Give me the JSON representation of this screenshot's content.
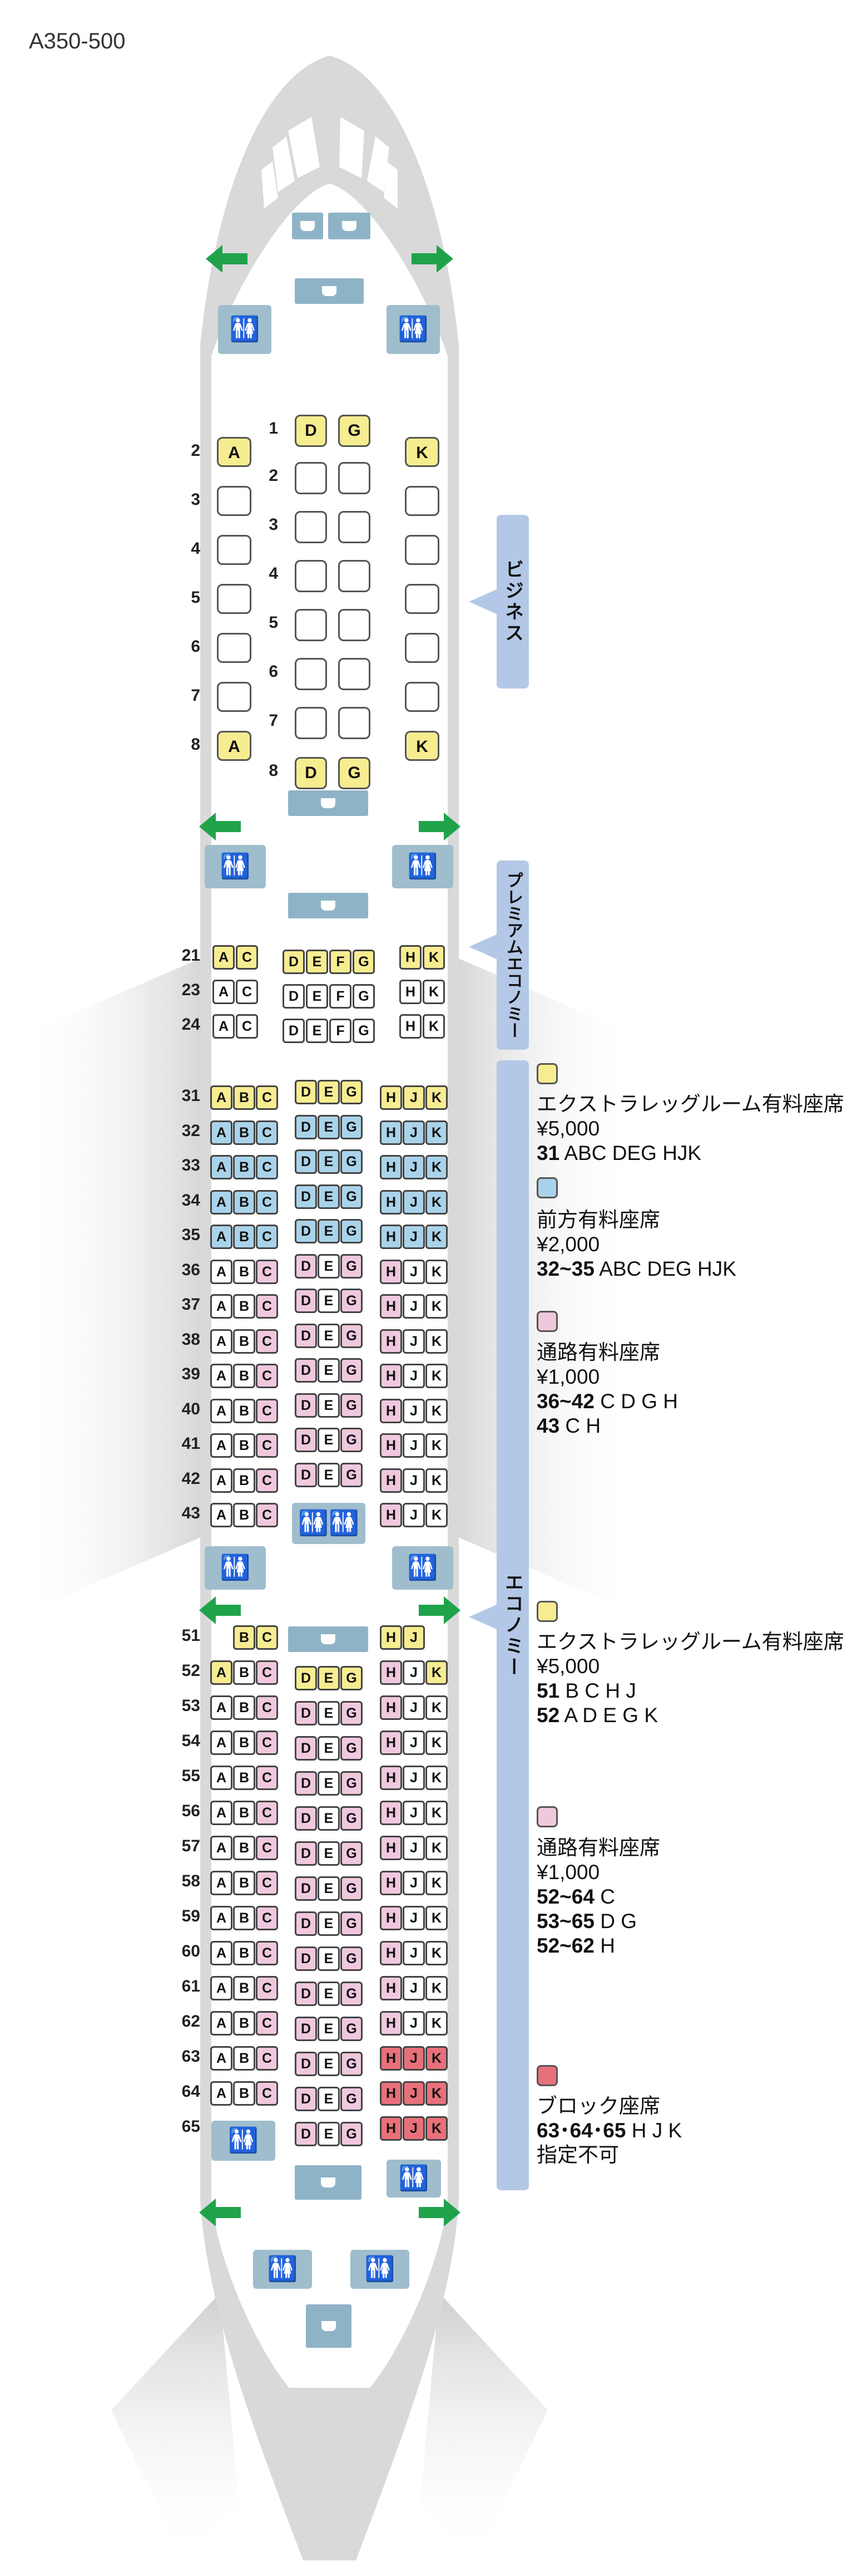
{
  "title": "A350-500",
  "colors": {
    "yellow": "#f6ec90",
    "blue": "#a9d3ea",
    "pink": "#f0c8de",
    "red": "#e8707a",
    "white": "#ffffff",
    "cabin_label": "#b3c8e6",
    "galley": "#8fb3c6",
    "exit_arrow": "#1fa34a"
  },
  "cabins": {
    "business": "ビジネス",
    "premium": "プレミアムエコノミー",
    "economy": "エコノミー"
  },
  "business": {
    "rows": [
      "1",
      "2",
      "3",
      "4",
      "5",
      "6",
      "7",
      "8"
    ],
    "left_rows": [
      "2",
      "3",
      "4",
      "5",
      "6",
      "7",
      "8"
    ],
    "center_rows": [
      "1",
      "2",
      "3",
      "4",
      "5",
      "6",
      "7",
      "8"
    ],
    "seat_A": "A",
    "seat_D": "D",
    "seat_G": "G",
    "seat_K": "K"
  },
  "premium_rows": [
    {
      "row": "21",
      "left": [
        "A",
        "C"
      ],
      "center": [
        "D",
        "E",
        "F",
        "G"
      ],
      "right": [
        "H",
        "K"
      ],
      "color": "yellow"
    },
    {
      "row": "23",
      "left": [
        "A",
        "C"
      ],
      "center": [
        "D",
        "E",
        "F",
        "G"
      ],
      "right": [
        "H",
        "K"
      ],
      "color": "white"
    },
    {
      "row": "24",
      "left": [
        "A",
        "C"
      ],
      "center": [
        "D",
        "E",
        "F",
        "G"
      ],
      "right": [
        "H",
        "K"
      ],
      "color": "white"
    }
  ],
  "eco1_rows": [
    {
      "row": "31",
      "color": "yellow"
    },
    {
      "row": "32",
      "color": "blue"
    },
    {
      "row": "33",
      "color": "blue"
    },
    {
      "row": "34",
      "color": "blue"
    },
    {
      "row": "35",
      "color": "blue"
    },
    {
      "row": "36",
      "color": "pink"
    },
    {
      "row": "37",
      "color": "pink"
    },
    {
      "row": "38",
      "color": "pink"
    },
    {
      "row": "39",
      "color": "pink"
    },
    {
      "row": "40",
      "color": "pink"
    },
    {
      "row": "41",
      "color": "pink"
    },
    {
      "row": "42",
      "color": "pink"
    },
    {
      "row": "43",
      "color": "pink"
    }
  ],
  "eco2_rows": [
    "51",
    "52",
    "53",
    "54",
    "55",
    "56",
    "57",
    "58",
    "59",
    "60",
    "61",
    "62",
    "63",
    "64",
    "65"
  ],
  "seat_letters": {
    "left": [
      "A",
      "B",
      "C"
    ],
    "center": [
      "D",
      "E",
      "G"
    ],
    "right": [
      "H",
      "J",
      "K"
    ]
  },
  "legend": {
    "l1": {
      "line1": "エクストラレッグルーム有料座席",
      "line2": "¥5,000",
      "line3_b": "31",
      "line3": " ABC DEG HJK"
    },
    "l2": {
      "line1": "前方有料座席",
      "line2": "¥2,000",
      "line3_b": "32~35",
      "line3": " ABC DEG HJK"
    },
    "l3": {
      "line1": "通路有料座席",
      "line2": "¥1,000",
      "line3_b": "36~42",
      "line3": " C D G H",
      "line4_b": "43",
      "line4": " C H"
    },
    "l4": {
      "line1": "エクストラレッグルーム有料座席",
      "line2": "¥5,000",
      "line3_b": "51",
      "line3": " B C H J",
      "line4_b": "52",
      "line4": " A D E G K"
    },
    "l5": {
      "line1": "通路有料座席",
      "line2": "¥1,000",
      "line3_b": "52~64",
      "line3": " C",
      "line4_b": "53~65",
      "line4": " D G",
      "line5_b": "52~62",
      "line5": " H"
    },
    "l6": {
      "line1": "ブロック座席",
      "line2_b": "63･64･65",
      "line2": " H J K",
      "line3": "指定不可"
    }
  }
}
